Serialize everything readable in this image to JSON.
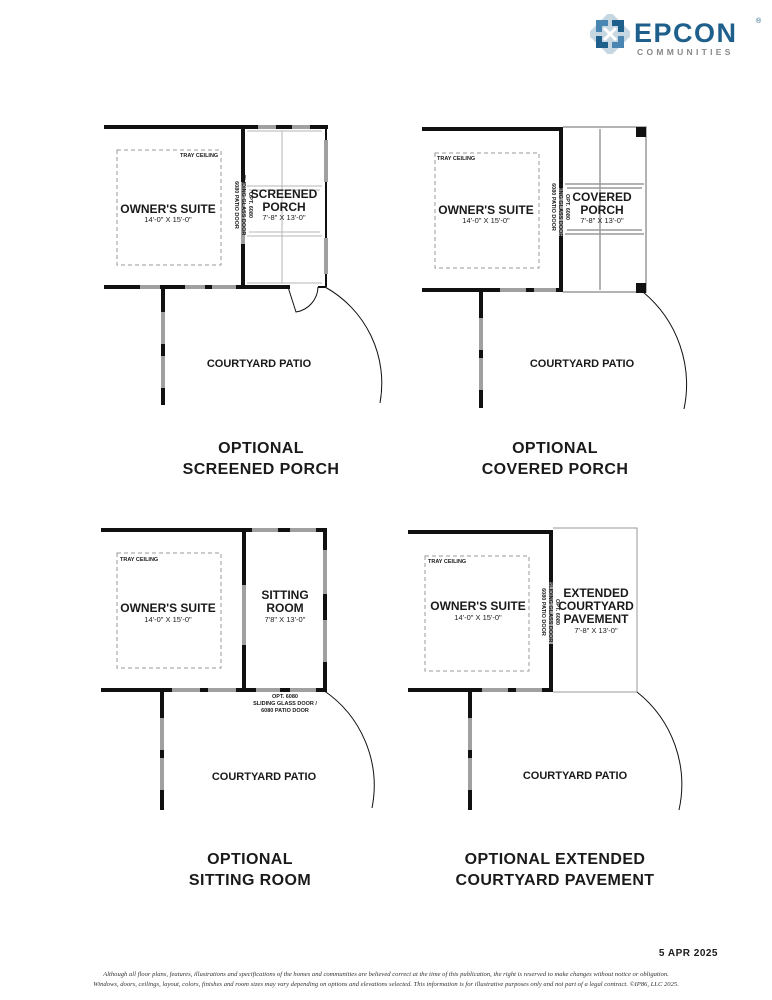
{
  "logo": {
    "brand": "EPCON",
    "reg": "®",
    "sub": "COMMUNITIES",
    "icon": "epcon-logo-icon"
  },
  "common": {
    "owners_suite": "OWNER'S SUITE",
    "owners_dim": "14'-0\" X 15'-0\"",
    "tray_ceiling": "TRAY CEILING",
    "courtyard_patio": "COURTYARD PATIO"
  },
  "plans": [
    {
      "heading": [
        "OPTIONAL",
        "SCREENED PORCH"
      ],
      "room_name": [
        "SCREENED",
        "PORCH"
      ],
      "room_dim": "7'-8\" X 13'-0\"",
      "door_label": [
        "OPT. 6080",
        "SLIDING GLASS DOOR",
        "6080 PATIO DOOR"
      ]
    },
    {
      "heading": [
        "OPTIONAL",
        "COVERED PORCH"
      ],
      "room_name": [
        "COVERED",
        "PORCH"
      ],
      "room_dim": "7'-8\" X 13'-0\"",
      "door_label": [
        "OPT. 6080",
        "SLIDING GLASS DOOR",
        "6080 PATIO DOOR"
      ]
    },
    {
      "heading": [
        "OPTIONAL",
        "SITTING ROOM"
      ],
      "room_name": [
        "SITTING",
        "ROOM"
      ],
      "room_dim": "7'8\" X 13'-0\"",
      "door_label": [
        "OPT. 6080",
        "SLIDING GLASS DOOR /",
        "6080 PATIO DOOR"
      ]
    },
    {
      "heading": [
        "OPTIONAL EXTENDED",
        "COURTYARD PAVEMENT"
      ],
      "room_name": [
        "EXTENDED",
        "COURTYARD",
        "PAVEMENT"
      ],
      "room_dim": "7'-8\" X 13'-0\"",
      "door_label": [
        "OPT. 6080",
        "SLIDING GLASS DOOR",
        "6080 PATIO DOOR"
      ]
    }
  ],
  "date": "5 APR 2025",
  "disclaimer": [
    "Although all floor plans, features, illustrations and specifications of the homes and communities are believed correct at the time of this publication, the right is reserved to make changes without notice or obligation.",
    "Windows, doors, ceilings, layout, colors, finishes and room sizes may vary depending on options and elevations selected. This information is for illustrative purposes only and not part of a legal contract. ©IP86, LLC 2025."
  ],
  "colors": {
    "wall": "#111111",
    "window": "#9a9a9a",
    "brand": "#1f5f8b",
    "brand_light": "#4a86b3",
    "gray": "#888888"
  }
}
